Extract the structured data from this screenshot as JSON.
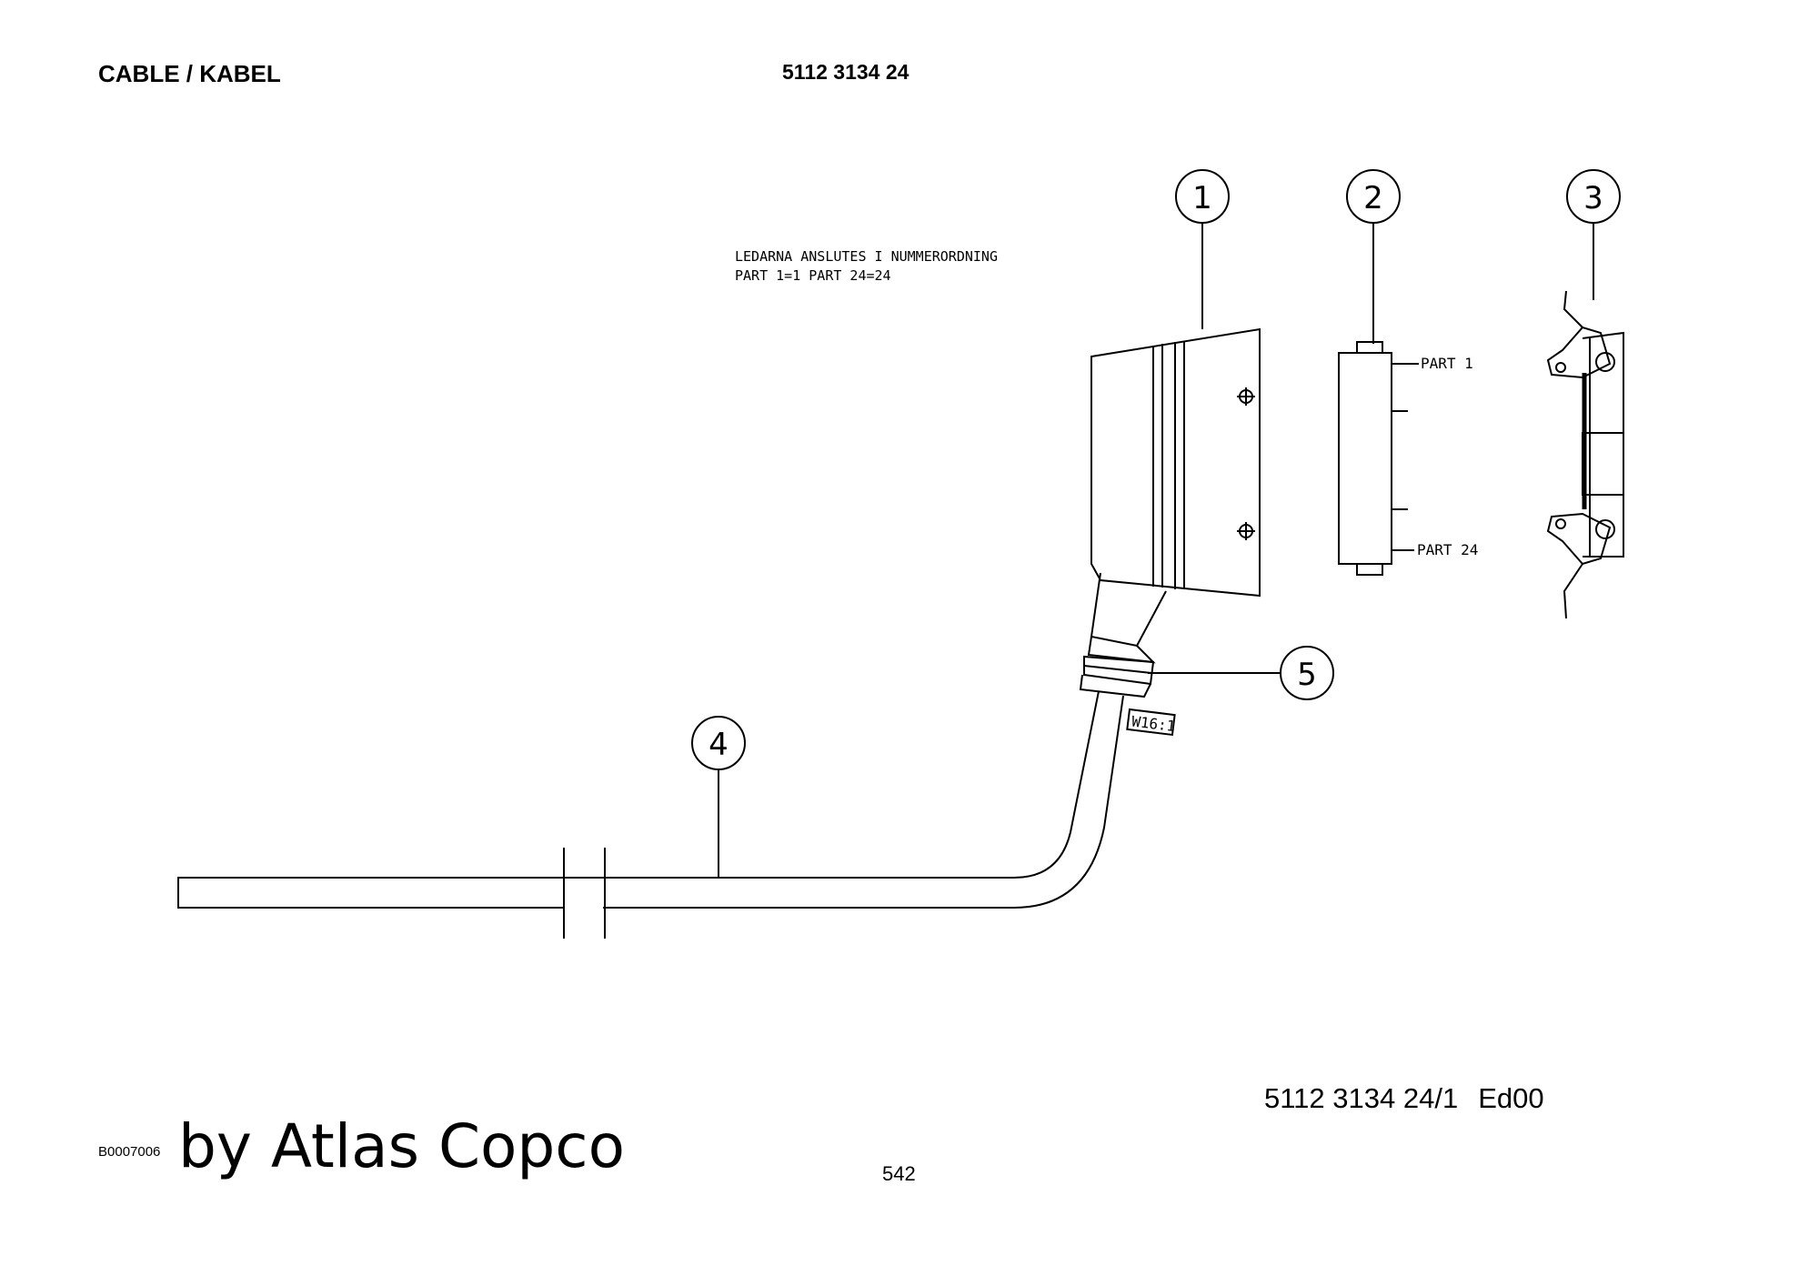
{
  "header": {
    "title": "CABLE / KABEL",
    "part_number": "5112 3134 24"
  },
  "drawing": {
    "note_line1": "LEDARNA ANSLUTES I NUMMERORDNING",
    "note_line2": "PART 1=1  PART 24=24",
    "balloons": [
      "1",
      "2",
      "3",
      "4",
      "5"
    ],
    "pin_label_first": "PART 1",
    "pin_label_last": "PART 24",
    "cable_tag": "W16:1"
  },
  "footer": {
    "drawing_ref": "5112 3134 24/1",
    "edition": "Ed00",
    "document_id": "B0007006",
    "brand": "by Atlas Copco",
    "page_number": "542"
  }
}
